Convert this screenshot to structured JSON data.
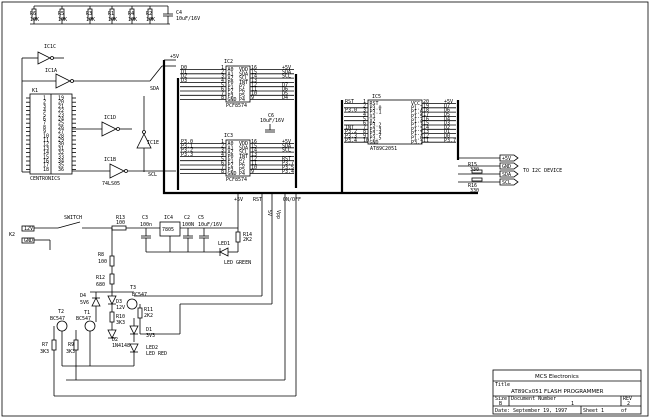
{
  "title_block": {
    "company": "MCS Electronics",
    "title_label": "Title",
    "title": "AT89Cx051 FLASH PROGRAMMER",
    "size_label": "Size",
    "size": "B",
    "docnum_label": "Document Number",
    "docnum": "1",
    "rev_label": "REV",
    "rev": "2",
    "date_label": "Date:",
    "date": "September 19, 1997",
    "sheet_label": "Sheet",
    "sheet": "1",
    "sheet_of": "of"
  },
  "resistors_top": [
    {
      "ref": "R6",
      "val": "10K"
    },
    {
      "ref": "R5",
      "val": "10K"
    },
    {
      "ref": "R3",
      "val": "10K"
    },
    {
      "ref": "R1",
      "val": "10K"
    },
    {
      "ref": "R4",
      "val": "10K"
    },
    {
      "ref": "R2",
      "val": "10K"
    }
  ],
  "c4": {
    "ref": "C4",
    "val": "10uF/16V"
  },
  "buffers": {
    "ic1c": "IC1C",
    "ic1a": "IC1A",
    "ic1d": "IC1D",
    "ic1e": "IC1E",
    "ic1b": "IC1B",
    "part": "74LS05"
  },
  "connector": {
    "ref": "K1",
    "name": "CENTRONICS"
  },
  "ic2": {
    "ref": "IC2",
    "part": "PCF8574",
    "left_pins": [
      "A0",
      "A1",
      "A2",
      "P0",
      "P1",
      "P2",
      "P3",
      "GND"
    ],
    "right_pins": [
      "VDD",
      "SDA",
      "SCL",
      "INT",
      "P7",
      "P6",
      "P5",
      "P4"
    ],
    "left_nums": [
      "1",
      "2",
      "3",
      "4",
      "5",
      "6",
      "7",
      "8"
    ],
    "right_nums": [
      "16",
      "15",
      "14",
      "13",
      "12",
      "11",
      "10",
      "9"
    ],
    "left_nets": [
      "D0",
      "D1",
      "D2",
      "D3"
    ],
    "right_nets": [
      "+5V",
      "SDA",
      "SCL",
      "",
      "D7",
      "D6",
      "D5",
      "D4"
    ]
  },
  "ic3": {
    "ref": "IC3",
    "part": "PCF8574",
    "left_pins": [
      "A0",
      "A1",
      "A2",
      "P0",
      "P1",
      "P2",
      "P3",
      "GND"
    ],
    "right_pins": [
      "VDD",
      "SDA",
      "SCL",
      "INT",
      "P7",
      "P6",
      "P5",
      "P4"
    ],
    "left_nums": [
      "1",
      "2",
      "3",
      "4",
      "5",
      "6",
      "7",
      "8"
    ],
    "right_nums": [
      "16",
      "15",
      "14",
      "13",
      "12",
      "11",
      "10",
      "9"
    ],
    "left_nets": [
      "P3.0",
      "P3.1",
      "P3.2",
      "P3.3"
    ],
    "right_nets": [
      "+5V",
      "SDA",
      "SCL",
      "",
      "RST",
      "P3.7",
      "P3.5",
      "P3.4"
    ]
  },
  "c6": {
    "ref": "C6",
    "val": "10uF/16V"
  },
  "ic5": {
    "ref": "IC5",
    "part": "AT89C2051",
    "left_pins": [
      "RST",
      "P3.0",
      "P3.1",
      "X1",
      "X2",
      "P3.2",
      "P3.3",
      "P3.4",
      "P3.5",
      "GND"
    ],
    "right_pins": [
      "VCC",
      "P1.7",
      "P1.6",
      "P1.5",
      "P1.4",
      "P1.3",
      "P1.2",
      "P1.1",
      "P1.0",
      "P3.7"
    ],
    "left_nums": [
      "1",
      "2",
      "3",
      "4",
      "5",
      "6",
      "7",
      "8",
      "9",
      "10"
    ],
    "right_nums": [
      "20",
      "19",
      "18",
      "17",
      "16",
      "15",
      "14",
      "13",
      "12",
      "11"
    ],
    "left_nets": [
      "RST",
      "",
      "P3.0",
      "",
      "",
      "",
      "INT",
      "P3.2",
      "P3.3",
      "P3.4"
    ],
    "right_nets": [
      "+5V",
      "D7",
      "D6",
      "D5",
      "D4",
      "D3",
      "D2",
      "D1",
      "D0",
      "P3.7"
    ]
  },
  "i2c": {
    "r15": "R15",
    "r15_val": "330",
    "r16": "R16",
    "r16_val": "330",
    "nets": [
      "+5V",
      "GND",
      "SDA",
      "SCL"
    ],
    "label": "TO I2C DEVICE"
  },
  "bus_labels": {
    "sda": "SDA",
    "scl": "SCL",
    "plus5": "+5V",
    "plus5b": "+5V",
    "rst": "RST",
    "on_off": "ON/OFF",
    "vpp": "Vpp",
    "b5": "5V"
  },
  "power": {
    "k2": "K2",
    "v12": "12V",
    "gnd": "GND",
    "switch": "SWITCH",
    "r13": "R13",
    "r13_val": "100",
    "c3": "C3",
    "c3_val": "100n",
    "ic4": "IC4",
    "ic4_val": "7805",
    "c2": "C2",
    "c2_val": "100N",
    "c5": "C5",
    "c5_val": "10uF/16V",
    "r14": "R14",
    "r14_val": "2K2",
    "led1": "LED1",
    "led1_val": "LED GREEN"
  },
  "vpp_circuit": {
    "r8": "R8",
    "r8_val": "100",
    "r12": "R12",
    "r12_val": "680",
    "d4": "D4",
    "d4_val": "5V6",
    "d3": "D3",
    "d3_val": "12V",
    "t3": "T3",
    "t3_val": "BC547",
    "t1": "T1",
    "t1_val": "BC547",
    "t2": "T2",
    "t2_val": "BC547",
    "r10": "R10",
    "r10_val": "3K3",
    "r11": "R11",
    "r11_val": "2K2",
    "d2": "D2",
    "d2_val": "1N4148",
    "d1": "D1",
    "d1_val": "3V3",
    "led2": "LED2",
    "led2_val": "LED RED",
    "r7": "R7",
    "r7_val": "3K3",
    "r9": "R9",
    "r9_val": "3K3"
  }
}
